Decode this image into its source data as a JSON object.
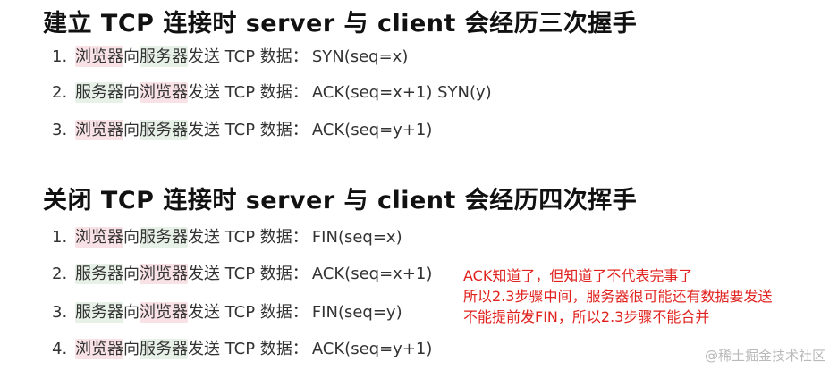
{
  "open_section": {
    "title": "建立 TCP 连接时 server 与 client 会经历三次握手",
    "steps": [
      {
        "num": "1.",
        "from": "浏览器",
        "dir": "向",
        "to": "服务器",
        "verb": "发送 TCP 数据：",
        "msg": "SYN(seq=x)"
      },
      {
        "num": "2.",
        "from": "服务器",
        "dir": "向",
        "to": "浏览器",
        "verb": "发送 TCP 数据：",
        "msg": "ACK(seq=x+1) SYN(y)"
      },
      {
        "num": "3.",
        "from": "浏览器",
        "dir": "向",
        "to": "服务器",
        "verb": "发送 TCP 数据：",
        "msg": "ACK(seq=y+1)"
      }
    ]
  },
  "close_section": {
    "title": "关闭 TCP 连接时 server 与 client 会经历四次挥手",
    "steps": [
      {
        "num": "1.",
        "from": "浏览器",
        "dir": "向",
        "to": "服务器",
        "verb": "发送 TCP 数据：",
        "msg": "FIN(seq=x)"
      },
      {
        "num": "2.",
        "from": "服务器",
        "dir": "向",
        "to": "浏览器",
        "verb": "发送 TCP 数据：",
        "msg": "ACK(seq=x+1)"
      },
      {
        "num": "3.",
        "from": "服务器",
        "dir": "向",
        "to": "浏览器",
        "verb": "发送 TCP 数据：",
        "msg": "FIN(seq=y)"
      },
      {
        "num": "4.",
        "from": "浏览器",
        "dir": "向",
        "to": "服务器",
        "verb": "发送 TCP 数据：",
        "msg": "ACK(seq=y+1)"
      }
    ]
  },
  "annotation": {
    "lines": [
      "ACK知道了，但知道了不代表完事了",
      "所以2.3步骤中间，服务器很可能还有数据要发送",
      "不能提前发FIN，所以2.3步骤不能合并"
    ],
    "color": "#e0211d"
  },
  "watermark": "@稀土掘金技术社区",
  "colors": {
    "browser_highlight": "#f8e2e6",
    "server_highlight": "#e7f1e7"
  }
}
